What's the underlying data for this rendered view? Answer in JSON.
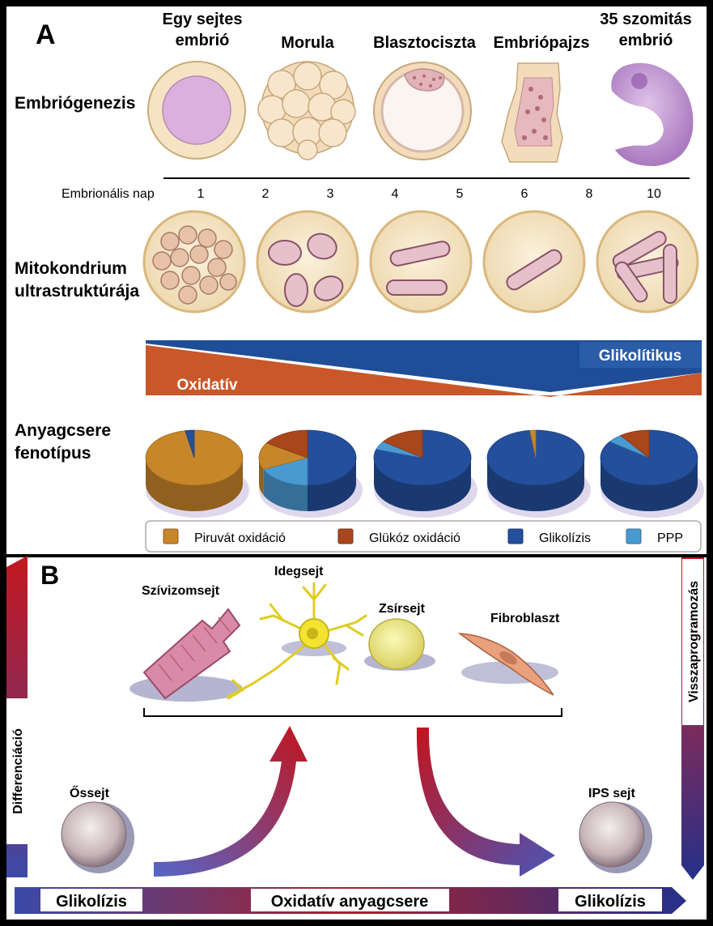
{
  "panel_a": {
    "label": "A",
    "stages": [
      "Egy sejtes\nembrió",
      "Morula",
      "Blasztociszta",
      "Embriópajzs",
      "35 szomitás\nembrió"
    ],
    "row_embryogenesis": "Embriógenezis",
    "axis_label": "Embrionális nap",
    "days": [
      "1",
      "2",
      "3",
      "4",
      "5",
      "6",
      "8",
      "10"
    ],
    "row_mito": "Mitokondrium\nultrastruktúrája",
    "glycolytic_label": "Glikolítikus",
    "oxidative_label": "Oxidatív",
    "row_metabolic": "Anyagcsere\nfenotípus",
    "legend": [
      {
        "label": "Piruvát oxidáció",
        "color": "#c8862a"
      },
      {
        "label": "Glükóz oxidáció",
        "color": "#a8461c"
      },
      {
        "label": "Glikolízis",
        "color": "#244f9c"
      },
      {
        "label": "PPP",
        "color": "#4a9ad2"
      }
    ],
    "pies": [
      [
        {
          "k": "pyr",
          "v": 97
        },
        {
          "k": "gly",
          "v": 3
        }
      ],
      [
        {
          "k": "gly",
          "v": 50
        },
        {
          "k": "ppp",
          "v": 18
        },
        {
          "k": "pyr",
          "v": 16
        },
        {
          "k": "glu",
          "v": 16
        }
      ],
      [
        {
          "k": "gly",
          "v": 80
        },
        {
          "k": "ppp",
          "v": 5
        },
        {
          "k": "glu",
          "v": 15
        }
      ],
      [
        {
          "k": "gly",
          "v": 98
        },
        {
          "k": "pyr",
          "v": 2
        }
      ],
      [
        {
          "k": "gly",
          "v": 85
        },
        {
          "k": "ppp",
          "v": 5
        },
        {
          "k": "glu",
          "v": 10
        }
      ]
    ]
  },
  "panel_b": {
    "label": "B",
    "cells": [
      "Szívizomsejt",
      "Idegsejt",
      "Zsírsejt",
      "Fibroblaszt"
    ],
    "stem_cell": "Őssejt",
    "ips_cell": "IPS sejt",
    "left_arrow": "Differenciáció",
    "right_arrow": "Visszaprogramozás",
    "bottom": [
      "Glikolízis",
      "Oxidatív anyagcsere",
      "Glikolízis"
    ]
  }
}
